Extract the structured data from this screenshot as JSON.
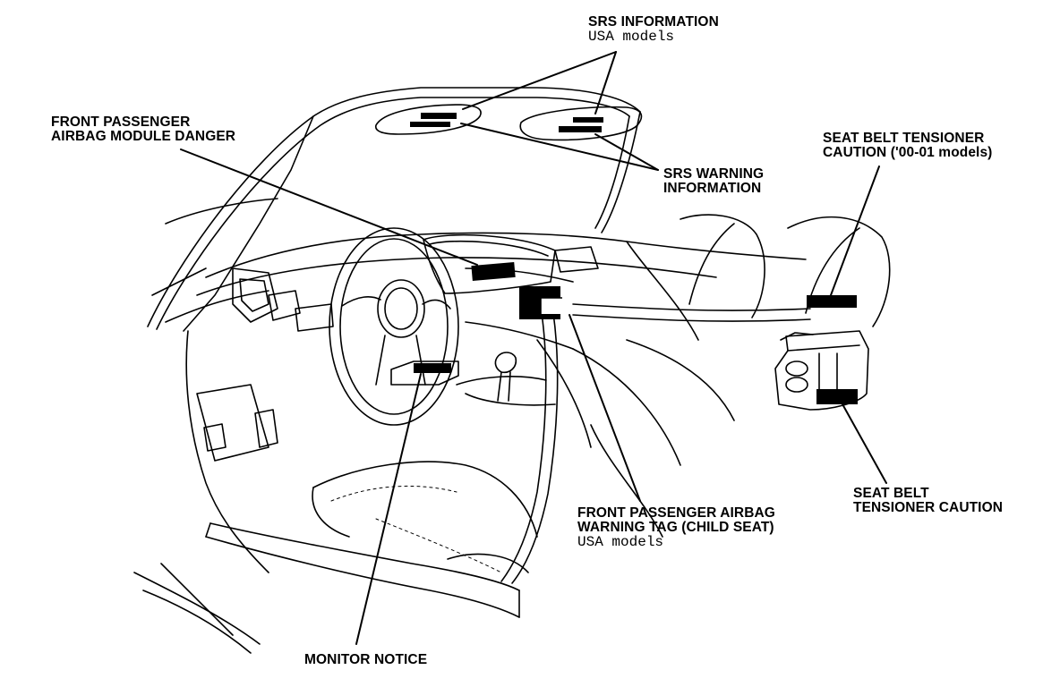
{
  "labels": {
    "srs_information": {
      "title": "SRS INFORMATION",
      "note": "USA models"
    },
    "front_passenger_airbag_module_danger": {
      "line1": "FRONT PASSENGER",
      "line2": "AIRBAG MODULE DANGER"
    },
    "srs_warning_information": {
      "line1": "SRS WARNING",
      "line2": "INFORMATION"
    },
    "seat_belt_tensioner_caution_0001": {
      "line1": "SEAT BELT TENSIONER",
      "line2": "CAUTION ('00-01 models)"
    },
    "seat_belt_tensioner_caution": {
      "line1": "SEAT BELT",
      "line2": "TENSIONER CAUTION"
    },
    "front_passenger_airbag_warning_tag": {
      "line1": "FRONT PASSENGER AIRBAG",
      "line2": "WARNING TAG (CHILD SEAT)",
      "note": "USA models"
    },
    "monitor_notice": {
      "title": "MONITOR NOTICE"
    }
  },
  "colors": {
    "ink": "#000000",
    "paper": "#ffffff"
  }
}
